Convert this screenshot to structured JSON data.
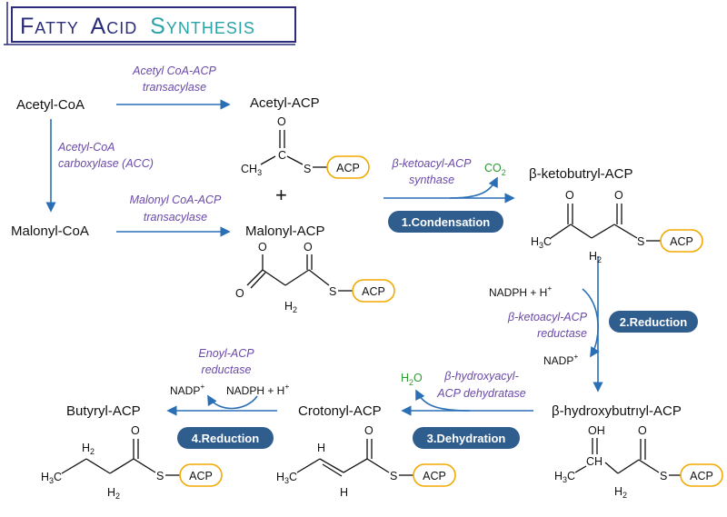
{
  "title": {
    "text": "Fatty Acid Synthesis",
    "fatty": "Fatty",
    "acid": "Acid",
    "synthesis": "Synthesis",
    "color_dark": "#2b2c7a",
    "color_accent": "#2aa3a8"
  },
  "compounds": {
    "acetyl_coa": "Acetyl-CoA",
    "acetyl_acp": "Acetyl-ACP",
    "malonyl_coa": "Malonyl-CoA",
    "malonyl_acp": "Malonyl-ACP",
    "ketobutyryl_acp": "β-ketobutryl-ACP",
    "hydroxybutryl_acp": "β-hydroxybutrıyl-ACP",
    "crotonyl_acp": "Crotonyl-ACP",
    "butyryl_acp": "Butyryl-ACP"
  },
  "enzymes": {
    "acetyl_transacylase": [
      "Acetyl CoA-ACP",
      "transacylase"
    ],
    "acc": [
      "Acetyl-CoA",
      "carboxylase (ACC)"
    ],
    "malonyl_transacylase": [
      "Malonyl CoA-ACP",
      "transacylase"
    ],
    "ketoacyl_synthase": [
      "β-ketoacyl-ACP",
      "synthase"
    ],
    "ketoacyl_reductase": [
      "β-ketoacyl-ACP",
      "reductase"
    ],
    "hydroxyacyl_dehydratase": [
      "β-hydroxyacyl-",
      "ACP dehydratase"
    ],
    "enoyl_reductase": [
      "Enoyl-ACP",
      "reductase"
    ]
  },
  "steps": {
    "condensation": "1.Condensation",
    "reduction_1": "2.Reduction",
    "dehydration": "3.Dehydration",
    "reduction_2": "4.Reduction"
  },
  "byproducts": {
    "co2": {
      "main": "CO",
      "sub": "2"
    },
    "h2o": {
      "h": "H",
      "sub": "2",
      "o": "O"
    }
  },
  "cofactors": {
    "nadph": {
      "main": "NADPH + H",
      "sup": "+"
    },
    "nadp": {
      "main": "NADP",
      "sup": "+"
    }
  },
  "atoms": {
    "o": "O",
    "oh": "OH",
    "s": "S",
    "c": "C",
    "h": "H",
    "ch": "CH",
    "acp": "ACP",
    "h3c": {
      "a": "H",
      "sub": "3",
      "b": "C"
    },
    "ch3": {
      "a": "CH",
      "sub": "3"
    },
    "h2": {
      "a": "H",
      "sub": "2"
    },
    "plus": "+"
  },
  "colors": {
    "arrow": "#2a6fb5",
    "enzyme_text": "#6a49a8",
    "acp_border": "#f2a900",
    "step_pill": "#2f5d8e",
    "byproduct": "#2e9a32"
  }
}
